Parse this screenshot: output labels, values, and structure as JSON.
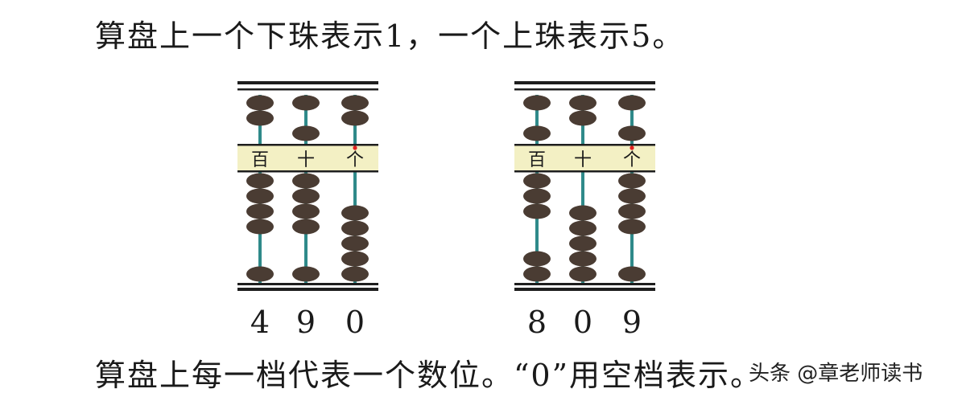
{
  "text": {
    "top_line": "算盘上一个下珠表示1，一个上珠表示5。",
    "bottom_line": "算盘上每一档代表一个数位。“0”用空档表示。",
    "watermark": "头条 @章老师读书"
  },
  "place_labels": [
    "百",
    "十",
    "个"
  ],
  "abacuses": [
    {
      "number": "490",
      "digits": [
        "4",
        "9",
        "0"
      ],
      "columns": [
        {
          "upper_active": false,
          "lower_active": 4
        },
        {
          "upper_active": true,
          "lower_active": 4
        },
        {
          "upper_active": false,
          "lower_active": 0
        }
      ]
    },
    {
      "number": "809",
      "digits": [
        "8",
        "0",
        "9"
      ],
      "columns": [
        {
          "upper_active": true,
          "lower_active": 3
        },
        {
          "upper_active": false,
          "lower_active": 0
        },
        {
          "upper_active": true,
          "lower_active": 4
        }
      ]
    }
  ],
  "colors": {
    "bead": "#4a3c33",
    "rod": "#2f8a8a",
    "beam_band": "#f3f0c4",
    "frame": "#1e1e1e",
    "unit_dot": "#e02020"
  }
}
